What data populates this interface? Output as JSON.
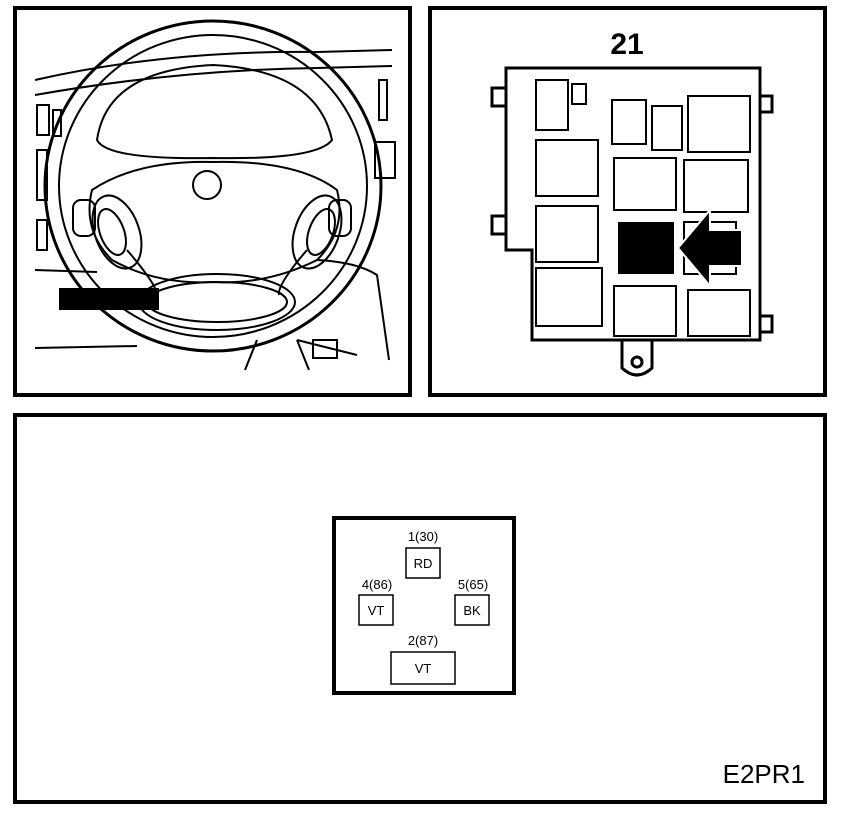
{
  "fuse_box": {
    "number": "21"
  },
  "relay": {
    "pins": [
      {
        "pin": "1(30)",
        "color": "RD"
      },
      {
        "pin": "4(86)",
        "color": "VT"
      },
      {
        "pin": "5(65)",
        "color": "BK"
      },
      {
        "pin": "2(87)",
        "color": "VT"
      }
    ]
  },
  "figure_code": "E2PR1"
}
